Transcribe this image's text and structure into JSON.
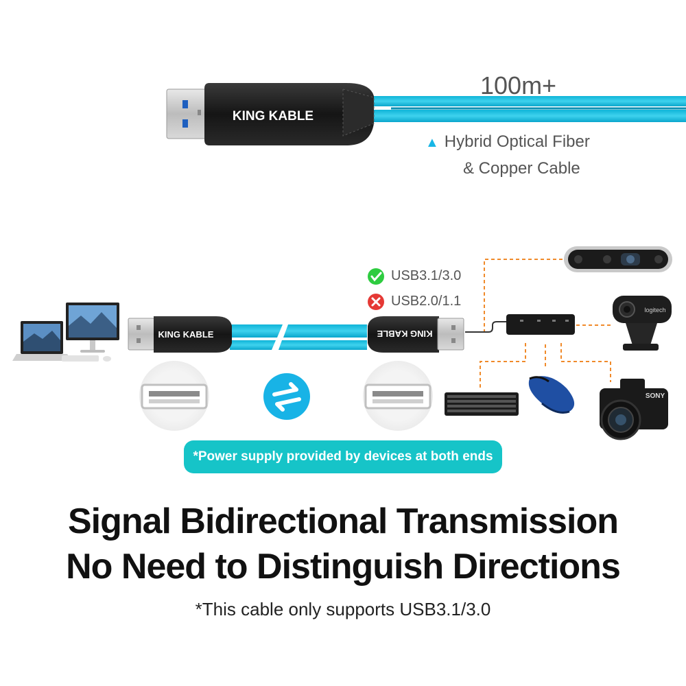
{
  "top_cable": {
    "brand": "KING KABLE",
    "length": "100m+",
    "fiber_line1": "Hybrid Optical Fiber",
    "fiber_line2": "& Copper Cable"
  },
  "middle": {
    "brand_left": "KING KABLE",
    "brand_right": "KING KABLE",
    "usb_supported": "USB3.1/3.0",
    "usb_unsupported": "USB2.0/1.1",
    "power_note": "*Power supply provided by devices at both ends",
    "webcam_brand": "logitech",
    "camera_brand": "SONY"
  },
  "headline": {
    "line1": "Signal Bidirectional Transmission",
    "line2": "No Need to Distinguish Directions"
  },
  "footnote": "*This cable only supports USB3.1/3.0",
  "colors": {
    "cable_cyan": "#1bc3e6",
    "pill": "#16c4c8",
    "check_green": "#2ecc40",
    "cross_red": "#e53935",
    "dash_orange": "#f08a2a",
    "connector_black": "#1c1c1c"
  }
}
